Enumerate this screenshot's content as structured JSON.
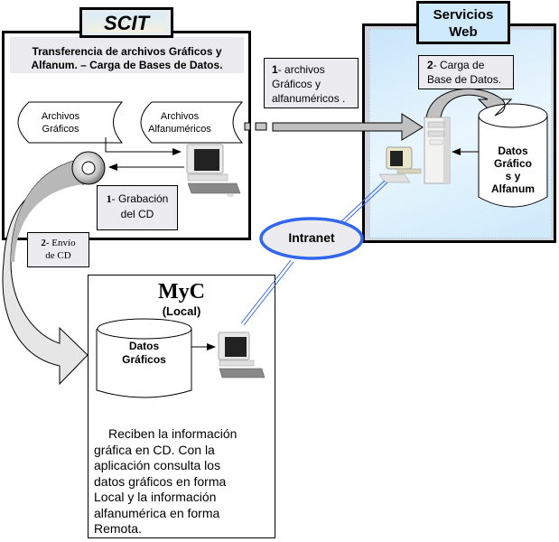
{
  "scit": {
    "title": "SCIT",
    "subtitle_line1": "Transferencia de archivos Gráficos  y",
    "subtitle_line2": "Alfanum. – Carga de Bases de Datos.",
    "file_graficos_line1": "Archivos",
    "file_graficos_line2": "Gráficos",
    "file_alfa_line1": "Archivos",
    "file_alfa_line2": "Alfanuméricos",
    "step1_num": "1",
    "step1_text_line1": "- Grabación",
    "step1_text_line2": "del  CD"
  },
  "transfer": {
    "num": "1",
    "line1": "- archivos",
    "line2": "Gráficos y",
    "line3": "alfanuméricos ."
  },
  "servicios": {
    "title_line1": "Servicios",
    "title_line2": "Web",
    "step2_num": "2",
    "step2_line1": "- Carga de",
    "step2_line2": "Base de Datos.",
    "db_line1": "Datos",
    "db_line2": "Gráfico",
    "db_line3": "s y",
    "db_line4": "Alfanum"
  },
  "intranet": {
    "label": "Intranet"
  },
  "envio": {
    "num": "2",
    "line1": "- Envío",
    "line2": "de CD"
  },
  "myc": {
    "title": "MyC",
    "subtitle": "(Local)",
    "db_line1": "Datos",
    "db_line2": "Gráficos",
    "description": [
      "Reciben  la  información",
      "gráfica  en  CD.  Con  la",
      "aplicación    consulta    los",
      "datos  gráficos  en  forma",
      "Local   y   la   información",
      "alfanumérica     en     forma",
      "Remota."
    ]
  },
  "colors": {
    "note_bg": "#ececf0",
    "web_bg": "#d4ecfb",
    "intranet_stroke": "#3366ee",
    "arrow_gray": "#c0c0c0"
  }
}
